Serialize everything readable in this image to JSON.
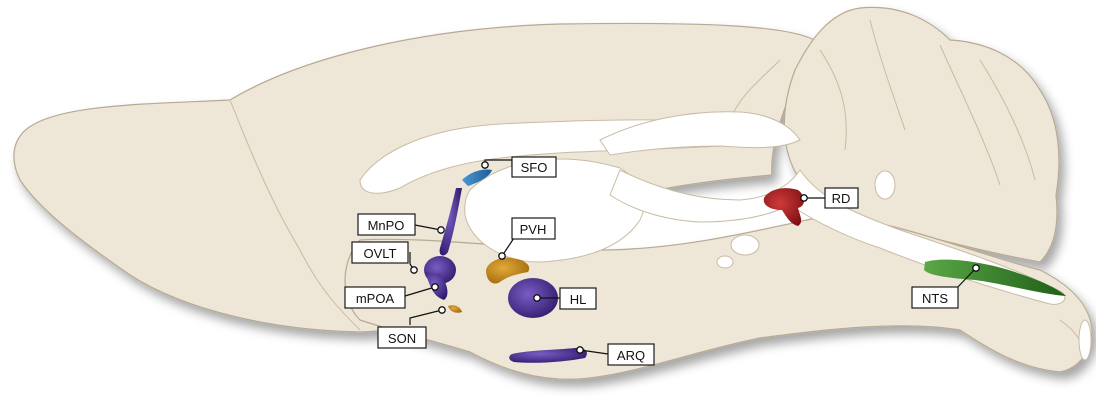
{
  "colors": {
    "tissue": "#eee6d6",
    "tissue_shade": "#d8cbb3",
    "ventricle": "#ffffff",
    "outline": "#b7a993",
    "purple": "#4a2d8f",
    "blue": "#2d78b8",
    "orange": "#c98a14",
    "red": "#a81e22",
    "green": "#3b8a2e"
  },
  "regions": [
    {
      "id": "SFO",
      "label": "SFO",
      "color": "blue"
    },
    {
      "id": "MnPO",
      "label": "MnPO",
      "color": "purple"
    },
    {
      "id": "OVLT",
      "label": "OVLT",
      "color": "purple"
    },
    {
      "id": "mPOA",
      "label": "mPOA",
      "color": "purple"
    },
    {
      "id": "SON",
      "label": "SON",
      "color": "orange"
    },
    {
      "id": "PVH",
      "label": "PVH",
      "color": "orange"
    },
    {
      "id": "HL",
      "label": "HL",
      "color": "purple"
    },
    {
      "id": "ARQ",
      "label": "ARQ",
      "color": "purple"
    },
    {
      "id": "RD",
      "label": "RD",
      "color": "red"
    },
    {
      "id": "NTS",
      "label": "NTS",
      "color": "green"
    }
  ]
}
